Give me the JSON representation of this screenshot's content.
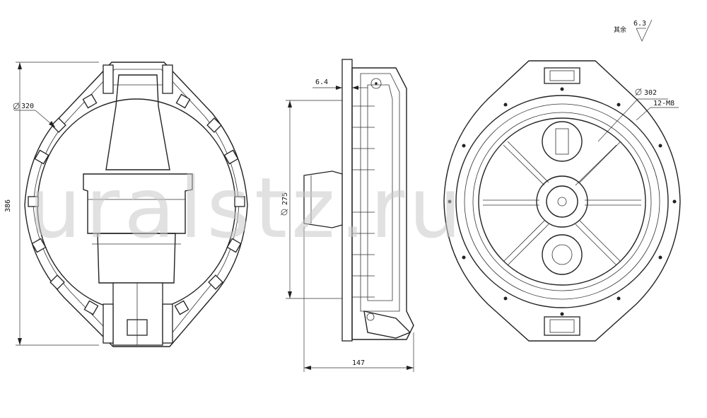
{
  "dimensions": {
    "d320": "320",
    "h386": "386",
    "w6_4": "6.4",
    "d275": "275",
    "w147": "147",
    "d302": "302",
    "bolts": "12-M8"
  },
  "roughness": {
    "note": "其余",
    "value": "6.3"
  },
  "watermark": "uralstz.ru"
}
